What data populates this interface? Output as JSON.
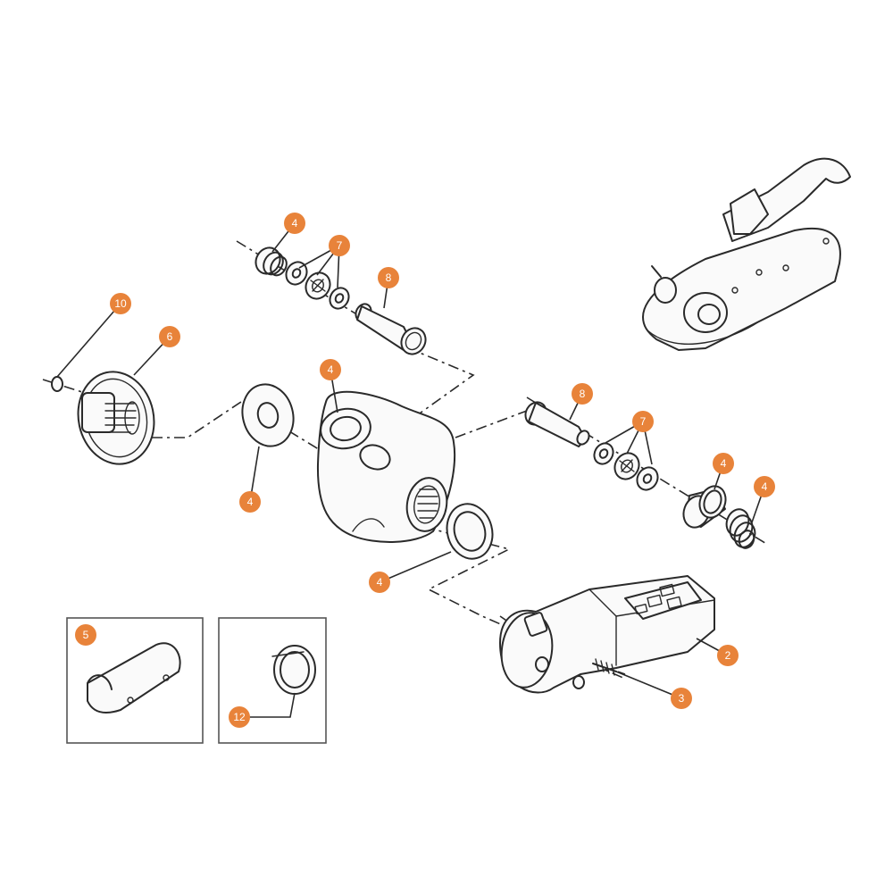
{
  "diagram": {
    "accent_color": "#E8833A",
    "callouts": [
      {
        "id": "c4-top-left",
        "label": "4"
      },
      {
        "id": "c7-top",
        "label": "7"
      },
      {
        "id": "c8-top",
        "label": "8"
      },
      {
        "id": "c10",
        "label": "10"
      },
      {
        "id": "c6",
        "label": "6"
      },
      {
        "id": "c4-center",
        "label": "4"
      },
      {
        "id": "c4-washer-left",
        "label": "4"
      },
      {
        "id": "c8-right",
        "label": "8"
      },
      {
        "id": "c7-right",
        "label": "7"
      },
      {
        "id": "c4-bush-right",
        "label": "4"
      },
      {
        "id": "c4-spring-right",
        "label": "4"
      },
      {
        "id": "c4-washer-bottom",
        "label": "4"
      },
      {
        "id": "c5",
        "label": "5"
      },
      {
        "id": "c12",
        "label": "12"
      },
      {
        "id": "c2",
        "label": "2"
      },
      {
        "id": "c3",
        "label": "3"
      }
    ]
  }
}
